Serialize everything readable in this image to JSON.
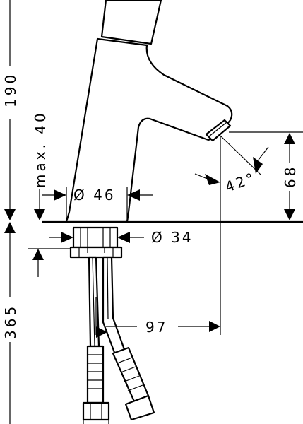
{
  "dimensions": {
    "height_total": "190",
    "max_projection": "max. 40",
    "base_diameter": "Ø 46",
    "thread_diameter": "Ø 34",
    "spout_angle": "42°",
    "spout_height": "68",
    "hose_length": "365",
    "spout_reach": "97"
  }
}
